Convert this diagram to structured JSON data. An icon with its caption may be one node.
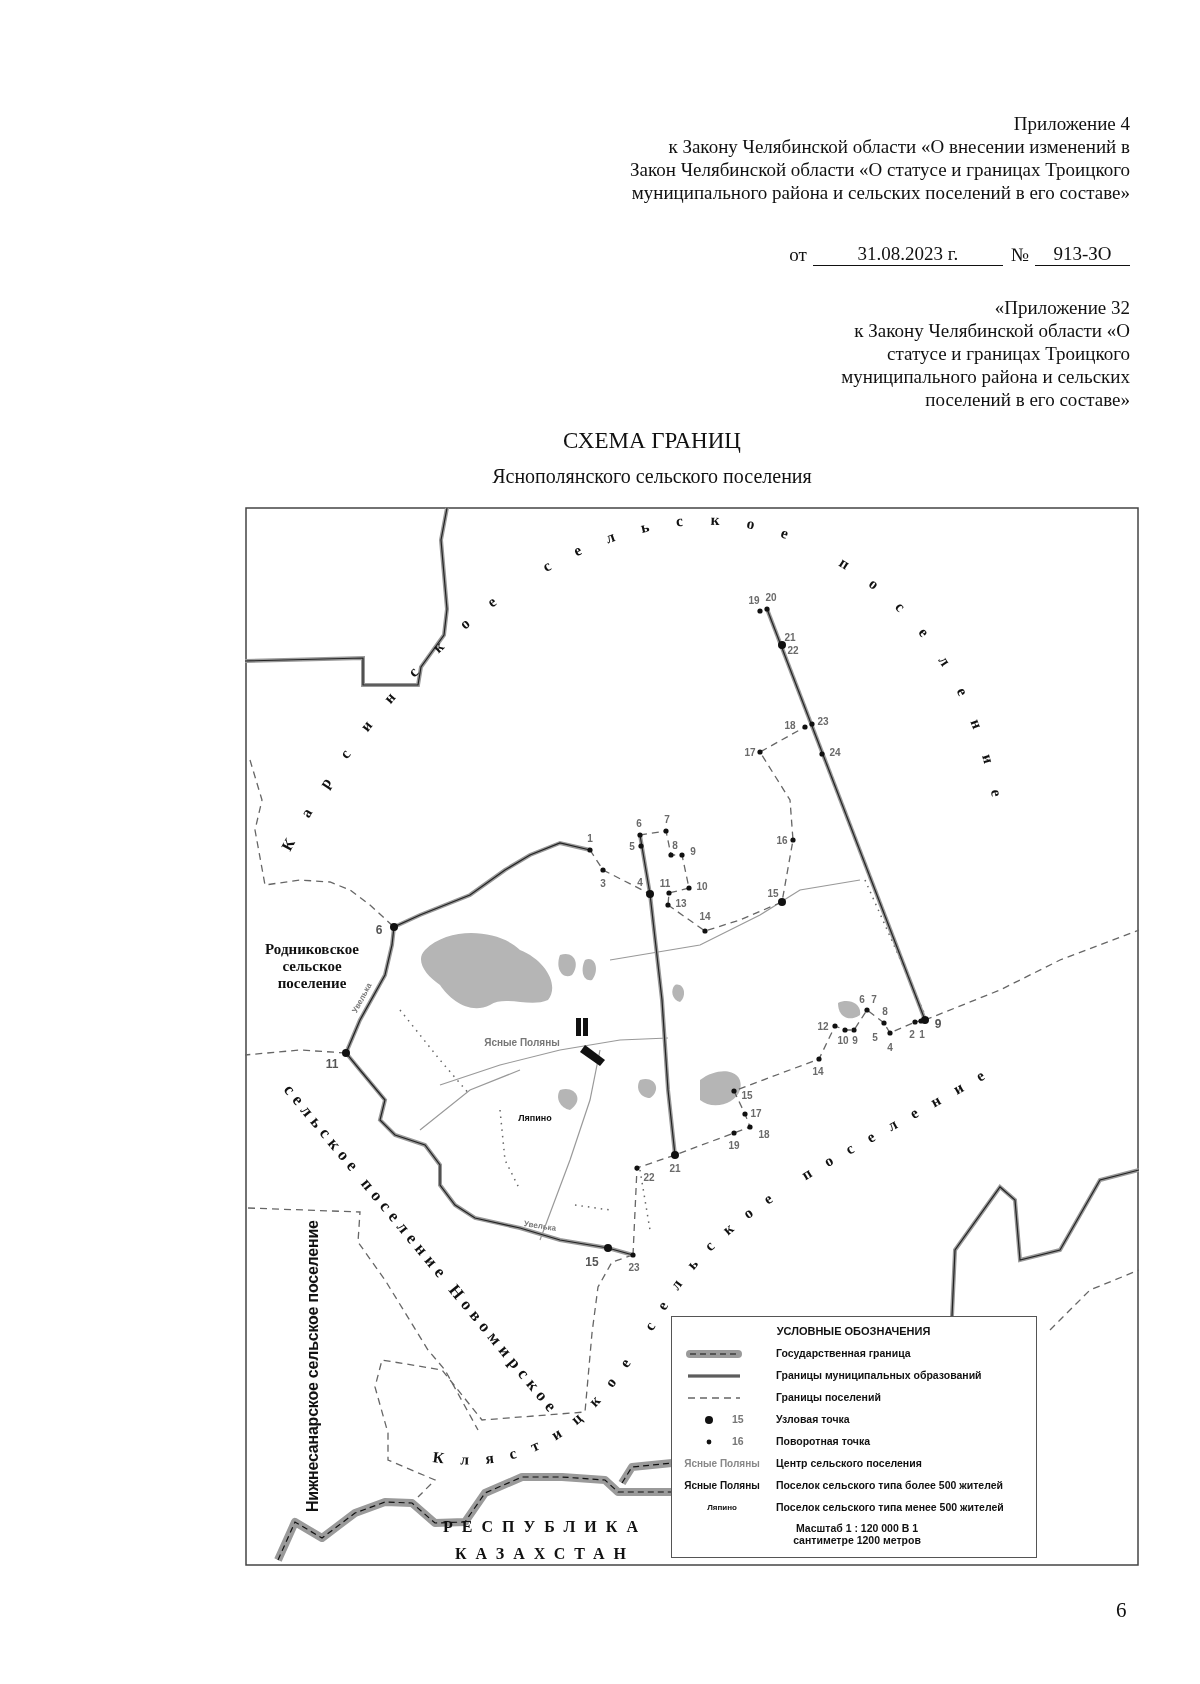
{
  "diagram": {
    "title": "СХЕМА ГРАНИЦ",
    "labels": [
      "Приложение 4",
      "к Закону Челябинской области «О внесении изменений в Закон Челябинской области «О статусе и границах Троицкого муниципального района и сельских поселений в его составе»",
      "от",
      "31.08.2023 г.",
      "№",
      "913-ЗО",
      "«Приложение 32",
      "к Закону Челябинской области «О статусе и границах Троицкого муниципального района и сельских поселений в его составе»",
      "Яснополянского сельского поселения",
      "Карсинское сельское поселение",
      "19",
      "20",
      "21",
      "22",
      "18",
      "23",
      "17",
      "24",
      "7",
      "6",
      "1",
      "16",
      "5",
      "8",
      "9",
      "4",
      "3",
      "11",
      "10",
      "15",
      "13",
      "14",
      "6",
      "Родниковское сельское поселение",
      "6",
      "7",
      "Увелька",
      "8",
      "9",
      "12",
      "2",
      "1",
      "5",
      "10",
      "9",
      "Ясные Поляны",
      "4",
      "11",
      "14",
      "15",
      "17",
      "Ляпино",
      "18",
      "19",
      "21",
      "22",
      "сельское поселение Новомирское",
      "Увелька",
      "15",
      "23",
      "Нижнесанарское сельское поселение",
      "Клястицкое сельское поселение",
      "РЕСПУБЛИКА КАЗАХСТАН",
      "УСЛОВНЫЕ ОБОЗНАЧЕНИЯ",
      "15",
      "16",
      "Ясные Поляны",
      "Ясные Поляны",
      "Ляпино",
      "Масштаб 1 : 120 000 В 1 сантиметре 1200 метров",
      "6"
    ],
    "legend": [
      {
        "text": "Государственная граница"
      },
      {
        "text": "Границы муниципальных образований"
      },
      {
        "text": "Границы поселений"
      },
      {
        "text": "Узловая точка"
      },
      {
        "text": "Поворотная точка"
      },
      {
        "text": "Центр сельского поселения"
      },
      {
        "text": "Поселок сельского типа более 500 жителей"
      },
      {
        "text": "Поселок сельского типа менее 500 жителей"
      }
    ]
  }
}
